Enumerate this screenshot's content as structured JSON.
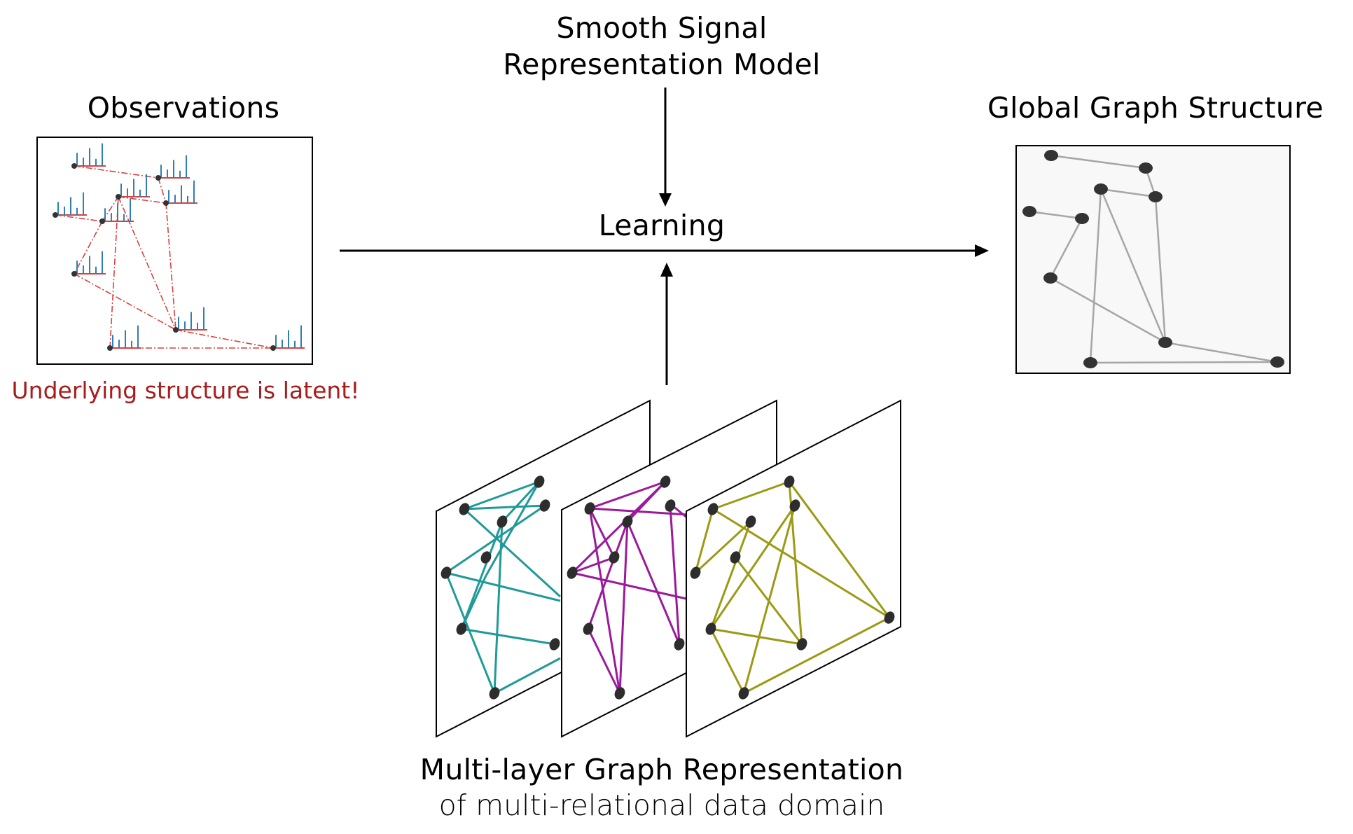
{
  "top": {
    "line1": "Smooth Signal",
    "line2": "Representation Model"
  },
  "observations": {
    "title": "Observations",
    "note": "Underlying structure is latent!"
  },
  "center": {
    "label": "Learning"
  },
  "global": {
    "title": "Global Graph Structure"
  },
  "multilayer": {
    "title": "Multi-layer Graph Representation",
    "subtitle": "of multi-relational data domain"
  },
  "colors": {
    "layer1": "#1f9a98",
    "layer2": "#9b1a9b",
    "layer3": "#9a9a14",
    "global_edge": "#a6a6a6",
    "latent_edge": "#d94040",
    "bar": "#2f7fb5",
    "note": "#a81c1c"
  }
}
